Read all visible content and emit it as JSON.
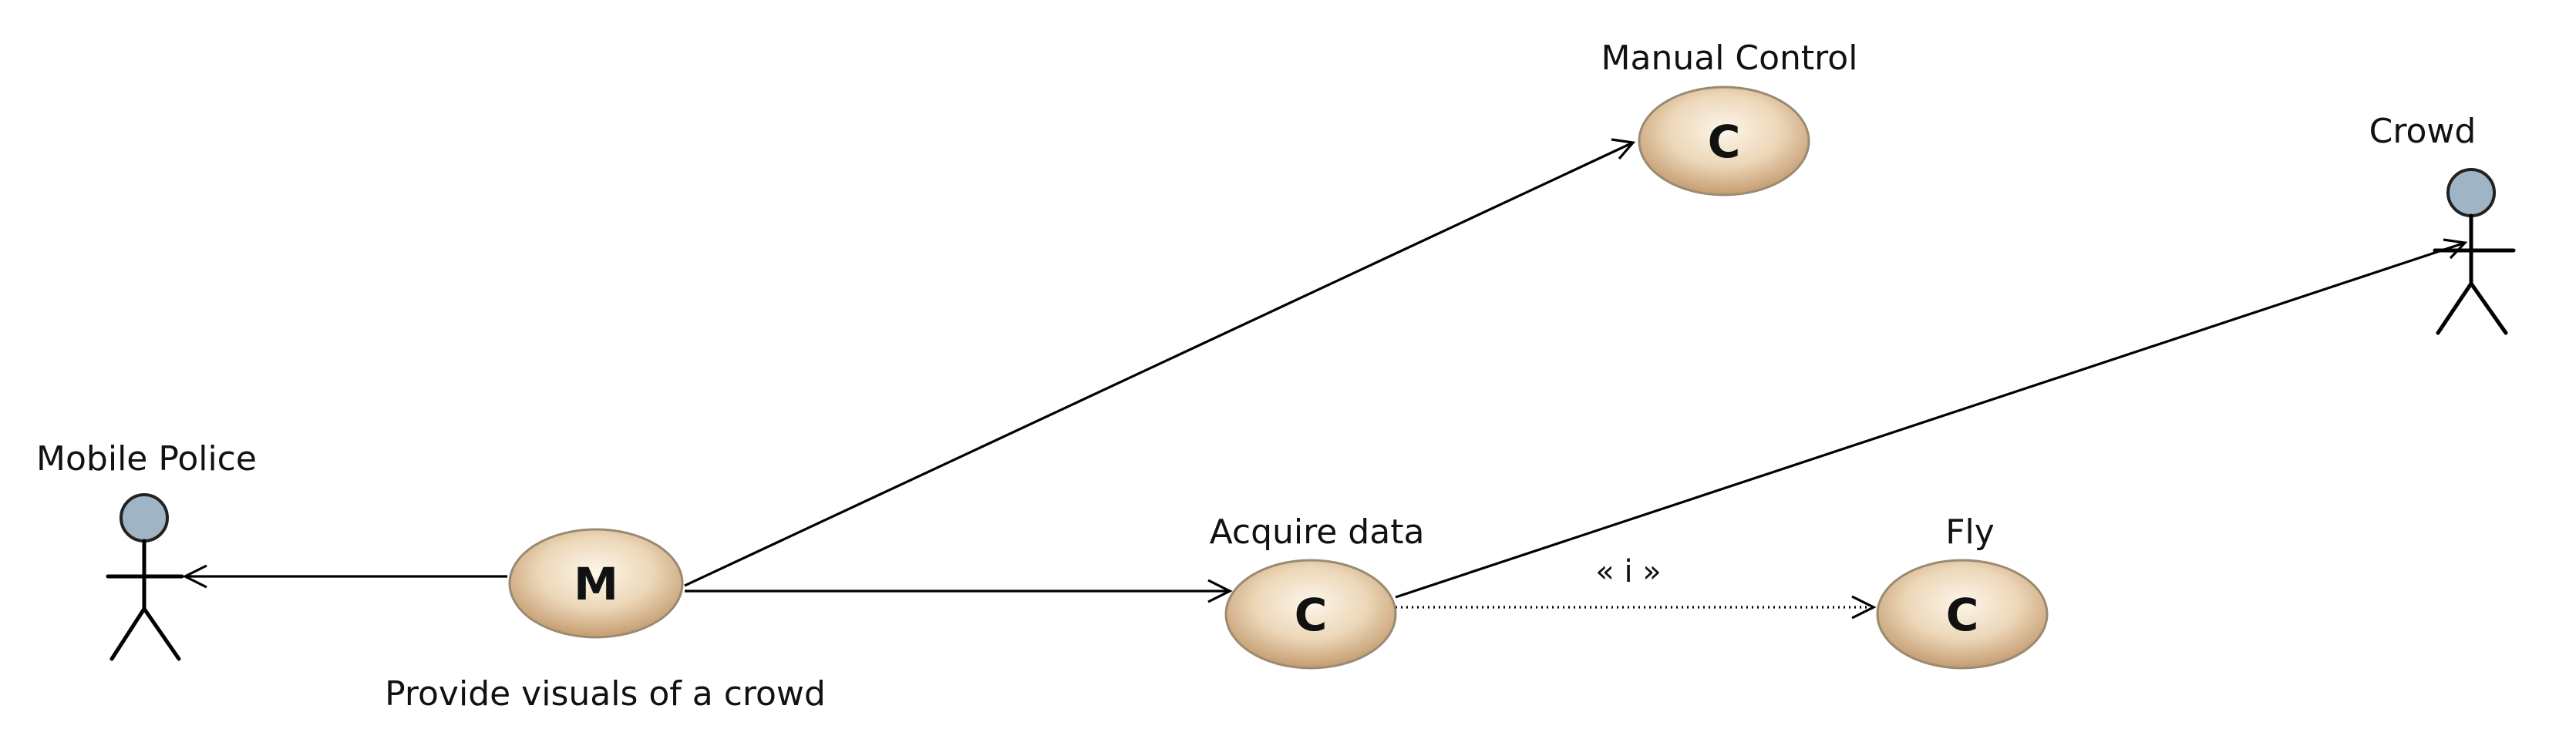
{
  "diagram": {
    "actors": [
      {
        "id": "mobile-police",
        "label": "Mobile Police"
      },
      {
        "id": "crowd",
        "label": "Crowd"
      }
    ],
    "use_cases": [
      {
        "id": "provide-visuals",
        "letter": "M",
        "label": "Provide visuals of a crowd"
      },
      {
        "id": "manual-control",
        "letter": "C",
        "label": "Manual Control"
      },
      {
        "id": "acquire-data",
        "letter": "C",
        "label": "Acquire data"
      },
      {
        "id": "fly",
        "letter": "C",
        "label": "Fly"
      }
    ],
    "relations": [
      {
        "from": "provide-visuals",
        "to": "mobile-police",
        "style": "solid-arrow"
      },
      {
        "from": "provide-visuals",
        "to": "manual-control",
        "style": "solid-arrow"
      },
      {
        "from": "provide-visuals",
        "to": "acquire-data",
        "style": "solid-arrow"
      },
      {
        "from": "acquire-data",
        "to": "crowd",
        "style": "solid-arrow"
      },
      {
        "from": "acquire-data",
        "to": "fly",
        "style": "dotted-arrow",
        "stereotype": "« i »"
      }
    ],
    "colors": {
      "use_case_fill_center": "#fbf3e6",
      "use_case_fill_edge": "#c9a47a",
      "actor_head": "#9fb4c4",
      "line": "#000000"
    }
  }
}
